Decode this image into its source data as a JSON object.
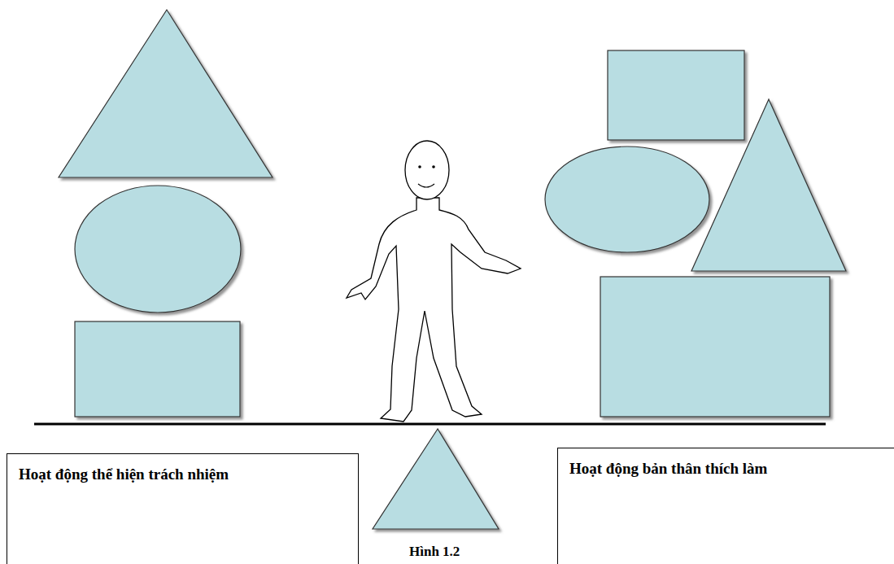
{
  "diagram": {
    "caption": "Hình 1.2",
    "nodes": [
      {
        "text": [
          "Hoạt động thể hiện trách nhiệm"
        ]
      },
      {
        "text": [
          "Hoạt động bản thân thích làm"
        ]
      }
    ]
  }
}
